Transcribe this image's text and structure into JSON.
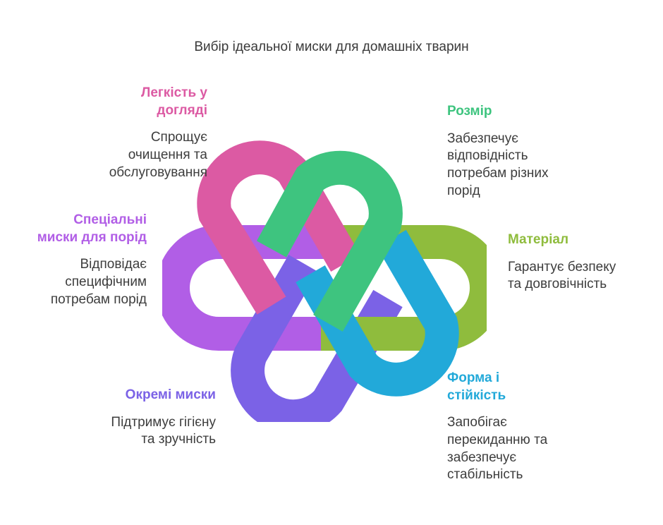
{
  "title": "Вибір ідеальної миски для домашніх тварин",
  "items": [
    {
      "heading": "Легкість у догляді",
      "heading_lines": [
        "Легкість у",
        "догляді"
      ],
      "desc_lines": [
        "Спрощує",
        "очищення та",
        "обслуговування"
      ],
      "color": "#dc5aa3"
    },
    {
      "heading": "Розмір",
      "heading_lines": [
        "Розмір"
      ],
      "desc_lines": [
        "Забезпечує",
        "відповідність",
        "потребам різних",
        "порід"
      ],
      "color": "#3ec47f"
    },
    {
      "heading": "Матеріал",
      "heading_lines": [
        "Матеріал"
      ],
      "desc_lines": [
        "Гарантує безпеку",
        "та довговічність"
      ],
      "color": "#8fbc3d"
    },
    {
      "heading": "Форма і стійкість",
      "heading_lines": [
        "Форма і",
        "стійкість"
      ],
      "desc_lines": [
        "Запобігає",
        "перекиданню та",
        "забезпечує",
        "стабільність"
      ],
      "color": "#22a9d9"
    },
    {
      "heading": "Окремі миски",
      "heading_lines": [
        "Окремі миски"
      ],
      "desc_lines": [
        "Підтримує гігієну",
        "та зручність"
      ],
      "color": "#7b62e6"
    },
    {
      "heading": "Спеціальні миски для порід",
      "heading_lines": [
        "Спеціальні",
        "миски для порід"
      ],
      "desc_lines": [
        "Відповідає",
        "специфічним",
        "потребам порід"
      ],
      "color": "#b15ee6"
    }
  ]
}
